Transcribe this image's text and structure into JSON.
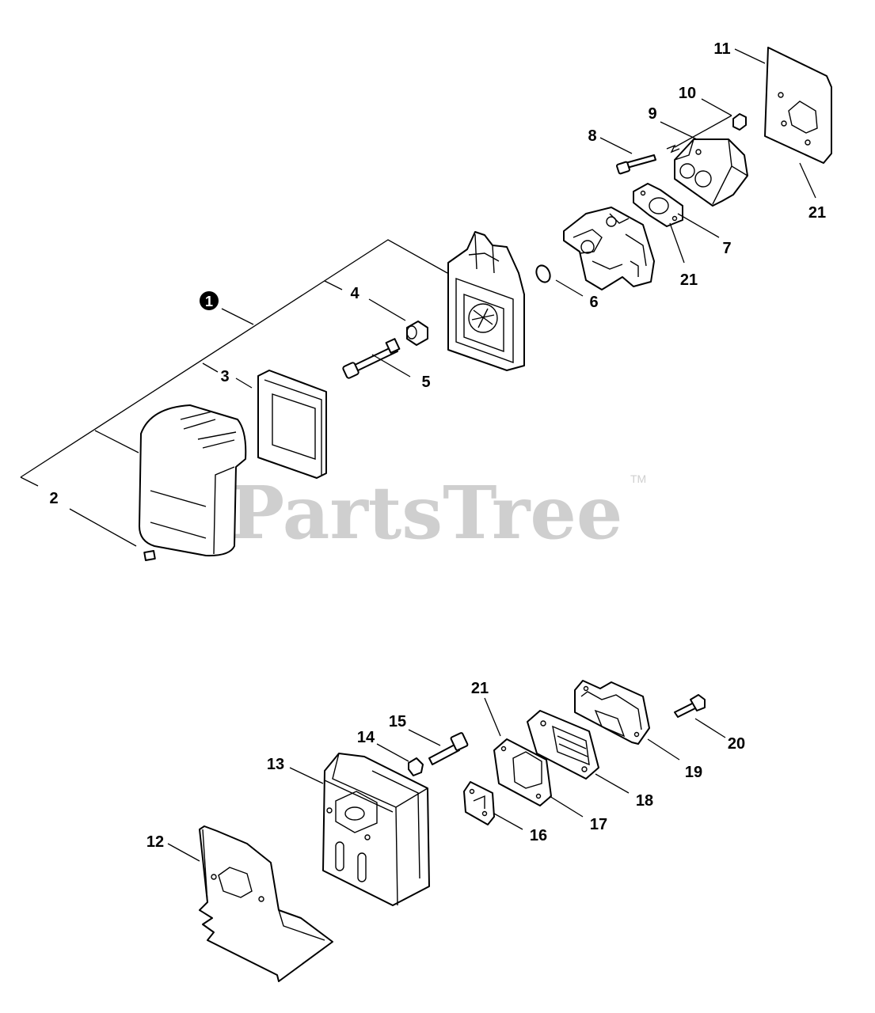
{
  "watermark": {
    "text": "PartsTree",
    "trademark": "TM"
  },
  "callouts": {
    "c1": "1",
    "c2": "2",
    "c3": "3",
    "c4": "4",
    "c5": "5",
    "c6": "6",
    "c7": "7",
    "c8": "8",
    "c9": "9",
    "c10": "10",
    "c11": "11",
    "c12": "12",
    "c13": "13",
    "c14": "14",
    "c15": "15",
    "c16": "16",
    "c17": "17",
    "c18": "18",
    "c19": "19",
    "c20": "20",
    "c21a": "21",
    "c21b": "21",
    "c21c": "21"
  }
}
